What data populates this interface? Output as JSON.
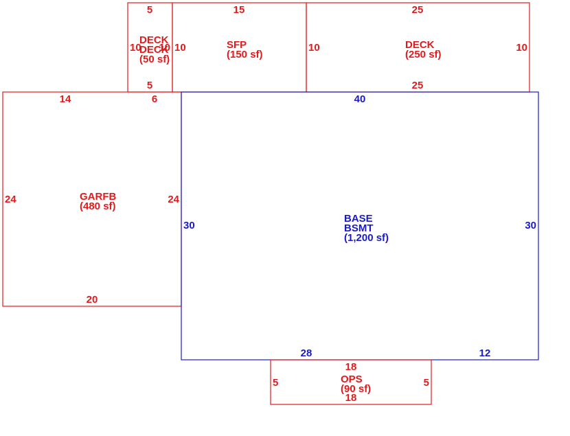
{
  "colors": {
    "addition": "#e31a1c",
    "base": "#1a1acc",
    "background": "#ffffff"
  },
  "areas": {
    "deck_small": {
      "name": "DECK",
      "name_overlap": "DECK",
      "area": "(50 sf)",
      "dims": {
        "top": "5",
        "bottom": "5",
        "left": "10",
        "right": "10"
      }
    },
    "sfp": {
      "name": "SFP",
      "area": "(150 sf)",
      "dims": {
        "top": "15",
        "left": "10"
      }
    },
    "deck_large": {
      "name": "DECK",
      "area": "(250 sf)",
      "dims": {
        "top": "25",
        "bottom": "25",
        "left": "10",
        "right": "10"
      }
    },
    "garfb": {
      "name": "GARFB",
      "area": "(480 sf)",
      "dims": {
        "top_left": "14",
        "top_right": "6",
        "bottom": "20",
        "left": "24",
        "right": "24"
      }
    },
    "base": {
      "name": "BASE",
      "subname": "BSMT",
      "area": "(1,200 sf)",
      "dims": {
        "top": "40",
        "left": "30",
        "right": "30",
        "bottom_left": "28",
        "bottom_right": "12"
      }
    },
    "ops": {
      "name": "OPS",
      "area": "(90 sf)",
      "dims": {
        "top": "18",
        "bottom": "18",
        "left": "5",
        "right": "5"
      }
    }
  }
}
